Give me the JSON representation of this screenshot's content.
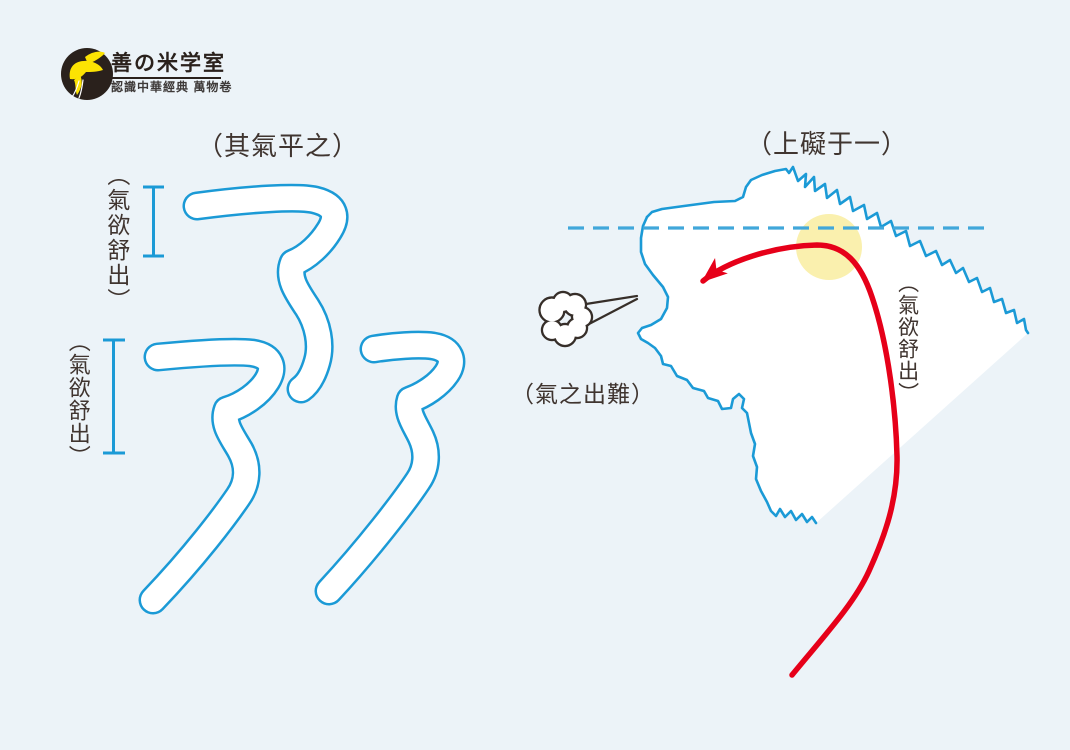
{
  "logo": {
    "title": "善の米学室",
    "subtitle": "認識中華經典 萬物卷"
  },
  "left_diagram": {
    "title": "（其氣平之）",
    "bracket_label_top": "（氣欲舒出）",
    "bracket_label_bottom": "（氣欲舒出）"
  },
  "right_diagram": {
    "title": "（上礙于一）",
    "label_release": "（氣欲舒出）",
    "label_blocked": "（氣之出難）"
  },
  "colors": {
    "bg": "#ecf3f8",
    "blue": "#1b9ad6",
    "dash_blue": "#41a7da",
    "red": "#e60019",
    "yellow": "#faf0ae",
    "dark": "#403530",
    "white": "#ffffff",
    "logo_dark": "#2a211c",
    "bird_yellow": "#fce303",
    "cloud_dark": "#362e29"
  }
}
